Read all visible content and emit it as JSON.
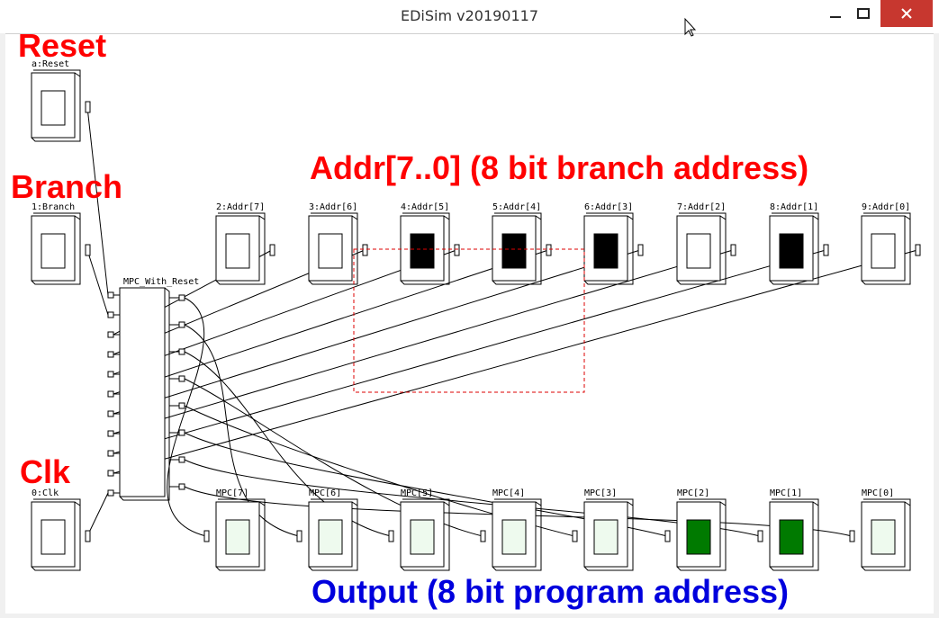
{
  "window": {
    "title": "EDiSim v20190117"
  },
  "annotations": {
    "reset": "Reset",
    "branch": "Branch",
    "clk": "Clk",
    "addr": "Addr[7..0]  (8 bit branch address)",
    "output": "Output  (8 bit program address)"
  },
  "colors": {
    "annotation_red": "#ff0000",
    "annotation_blue": "#0000dd",
    "led_green": "#007a00",
    "led_off_green": "#eefaee",
    "switch_on": "#000000",
    "selection_red": "#dd0000"
  },
  "inputs": [
    {
      "label": "a:Reset",
      "state": "off"
    },
    {
      "label": "1:Branch",
      "state": "off"
    },
    {
      "label": "0:Clk",
      "state": "off"
    }
  ],
  "addr_switches": [
    {
      "label": "2:Addr[7]",
      "state": "off"
    },
    {
      "label": "3:Addr[6]",
      "state": "off"
    },
    {
      "label": "4:Addr[5]",
      "state": "on"
    },
    {
      "label": "5:Addr[4]",
      "state": "on"
    },
    {
      "label": "6:Addr[3]",
      "state": "on"
    },
    {
      "label": "7:Addr[2]",
      "state": "off"
    },
    {
      "label": "8:Addr[1]",
      "state": "on"
    },
    {
      "label": "9:Addr[0]",
      "state": "off"
    }
  ],
  "chip": {
    "label": "MPC_With_Reset"
  },
  "outputs": [
    {
      "label": "MPC[7]",
      "state": "off"
    },
    {
      "label": "MPC[6]",
      "state": "off"
    },
    {
      "label": "MPC[5]",
      "state": "off"
    },
    {
      "label": "MPC[4]",
      "state": "off"
    },
    {
      "label": "MPC[3]",
      "state": "off"
    },
    {
      "label": "MPC[2]",
      "state": "on"
    },
    {
      "label": "MPC[1]",
      "state": "on"
    },
    {
      "label": "MPC[0]",
      "state": "off"
    }
  ]
}
